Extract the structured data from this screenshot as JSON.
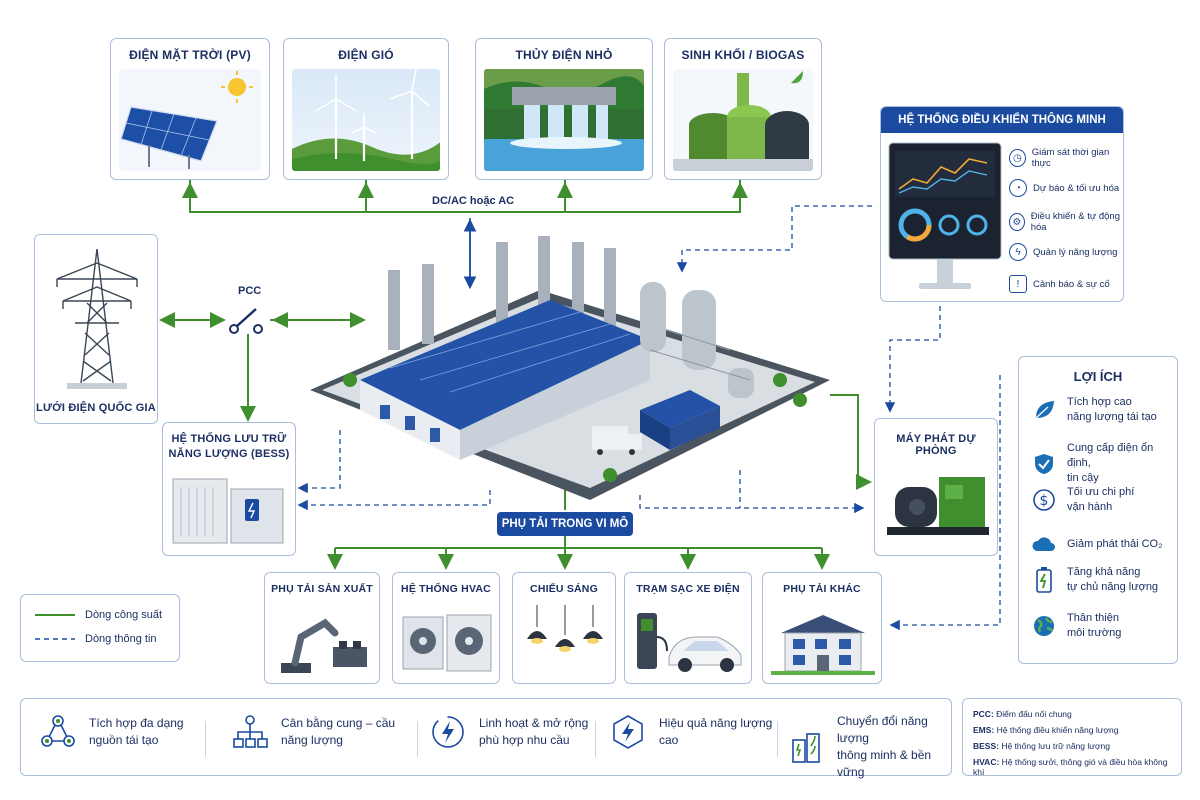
{
  "sources": {
    "pv": "ĐIỆN MẶT TRỜI (PV)",
    "wind": "ĐIỆN GIÓ",
    "hydro": "THỦY ĐIỆN NHỎ",
    "biomass": "SINH KHỐI / BIOGAS"
  },
  "dcac_label": "DC/AC hoặc AC",
  "grid_label": "LƯỚI ĐIỆN QUỐC GIA",
  "pcc_label": "PCC",
  "bess": {
    "line1": "HỆ THỐNG LƯU TRỮ",
    "line2": "NĂNG LƯỢNG (BESS)"
  },
  "loads_pill": "PHỤ TẢI TRONG VI MÔ",
  "backup_label": "MÁY PHÁT DỰ PHÒNG",
  "loads": {
    "production": "PHỤ TẢI SẢN XUẤT",
    "hvac": "HỆ THỐNG HVAC",
    "lighting": "CHIẾU SÁNG",
    "ev": "TRẠM SẠC XE ĐIỆN",
    "other": "PHỤ TẢI KHÁC"
  },
  "ems": {
    "title": "HỆ THỐNG ĐIỀU KHIỂN THÔNG MINH (EMS)",
    "items": [
      "Giám sát thời gian thực",
      "Dự báo & tối ưu hóa",
      "Điều khiển & tự động hóa",
      "Quản lý năng lượng",
      "Cảnh báo & sự cố"
    ]
  },
  "benefits": {
    "title": "LỢI ÍCH",
    "items": [
      {
        "line1": "Tích hợp cao",
        "line2": "năng lượng tái tạo",
        "icon": "leaf-icon"
      },
      {
        "line1": "Cung cấp điện ổn định,",
        "line2": "tin cậy",
        "icon": "shield-check-icon"
      },
      {
        "line1": "Tối ưu chi phí",
        "line2": "vận hành",
        "icon": "dollar-icon"
      },
      {
        "line1": "Giảm phát thải CO₂",
        "line2": "",
        "icon": "co2-cloud-icon"
      },
      {
        "line1": "Tăng khả năng",
        "line2": "tự chủ năng lượng",
        "icon": "battery-icon"
      },
      {
        "line1": "Thân thiện",
        "line2": "môi trường",
        "icon": "globe-icon"
      }
    ]
  },
  "legend": {
    "power": "Dòng công suất",
    "info": "Dòng thông tin"
  },
  "bottom": [
    {
      "line1": "Tích hợp đa dạng",
      "line2": "nguồn tái tạo"
    },
    {
      "line1": "Cân bằng cung – cầu",
      "line2": "năng lượng"
    },
    {
      "line1": "Linh hoạt & mở rộng",
      "line2": "phù hợp nhu cầu"
    },
    {
      "line1": "Hiệu quả năng lượng",
      "line2": "cao"
    },
    {
      "line1": "Chuyển đổi năng lượng",
      "line2": "thông minh & bền vững"
    }
  ],
  "abbr": [
    {
      "key": "PCC:",
      "text": " Điểm đấu nối chung"
    },
    {
      "key": "EMS:",
      "text": " Hệ thống điều khiển năng lượng"
    },
    {
      "key": "BESS:",
      "text": " Hệ thống lưu trữ năng lượng"
    },
    {
      "key": "HVAC:",
      "text": " Hệ thống sưởi, thông gió và điều hòa không khí"
    }
  ],
  "colors": {
    "power": "#3f8f2e",
    "info": "#1a4ba0",
    "brand": "#1a4ba0"
  }
}
